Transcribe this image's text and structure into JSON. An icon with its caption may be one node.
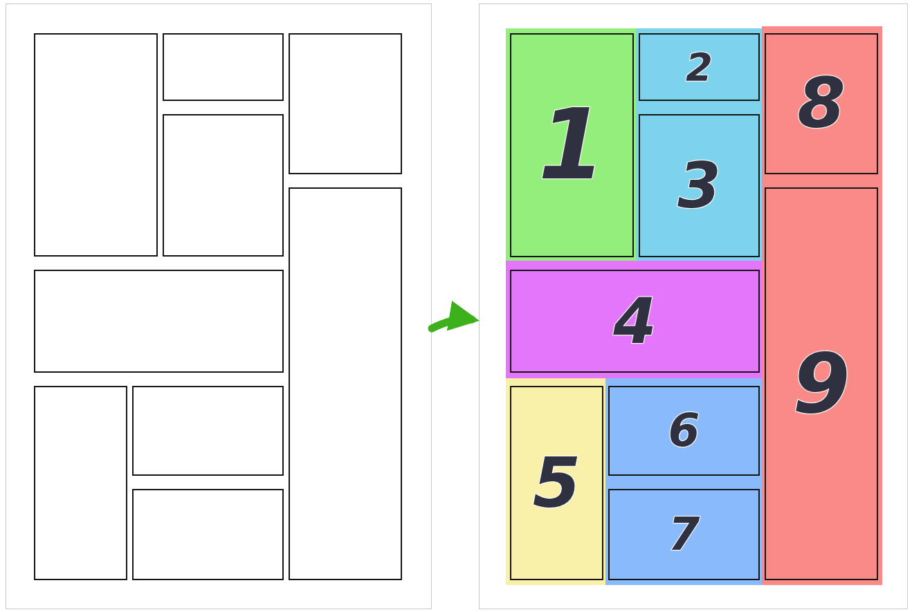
{
  "diagram": {
    "nodes": [
      {
        "text": [],
        "shape": "box"
      },
      {
        "text": [],
        "shape": "box",
        "in": 0
      },
      {
        "text": [],
        "shape": "box",
        "in": 0
      },
      {
        "text": [],
        "shape": "box",
        "in": 0
      },
      {
        "text": [],
        "shape": "box",
        "in": 0
      },
      {
        "text": [],
        "shape": "box",
        "in": 0
      },
      {
        "text": [],
        "shape": "box",
        "in": 0
      },
      {
        "text": [],
        "shape": "box",
        "in": 0
      },
      {
        "text": [],
        "shape": "box",
        "in": 0
      },
      {
        "text": [],
        "shape": "box",
        "in": 0
      },
      {
        "text": [],
        "shape": "box"
      },
      {
        "text": [],
        "shape": "box",
        "in": 10
      },
      {
        "text": [
          "1"
        ],
        "in": 11
      },
      {
        "text": [],
        "shape": "box",
        "in": 10
      },
      {
        "text": [
          "2"
        ],
        "in": 13
      },
      {
        "text": [
          "3"
        ],
        "in": 13
      },
      {
        "text": [],
        "shape": "box",
        "in": 10
      },
      {
        "text": [
          "4"
        ],
        "in": 16
      },
      {
        "text": [],
        "shape": "box",
        "in": 10
      },
      {
        "text": [
          "5"
        ],
        "in": 18
      },
      {
        "text": [],
        "shape": "box",
        "in": 10
      },
      {
        "text": [
          "6"
        ],
        "in": 20
      },
      {
        "text": [
          "7"
        ],
        "in": 20
      },
      {
        "text": [],
        "shape": "box",
        "in": 10
      },
      {
        "text": [
          "8"
        ],
        "in": 23
      },
      {
        "text": [
          "9"
        ],
        "in": 23
      }
    ],
    "edges": [
      {
        "from": 0,
        "to": 10,
        "arrow": "to"
      }
    ]
  }
}
